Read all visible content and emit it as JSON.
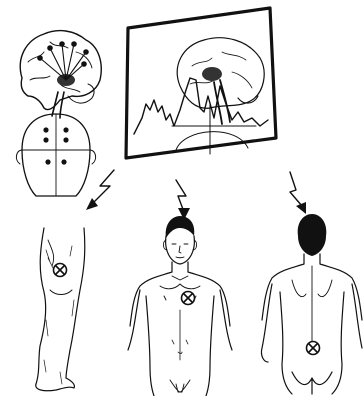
{
  "figure": {
    "panels": [
      {
        "name": "brain-projection"
      },
      {
        "name": "scalp-points"
      },
      {
        "name": "mirror-display"
      },
      {
        "name": "leg-stimulation"
      },
      {
        "name": "chest-stimulation"
      },
      {
        "name": "back-stimulation"
      }
    ],
    "markers": {
      "scalp_dots": 6,
      "stimulation_sites": 3
    },
    "ink_color": "#111111",
    "paper_color": "#ffffff"
  }
}
